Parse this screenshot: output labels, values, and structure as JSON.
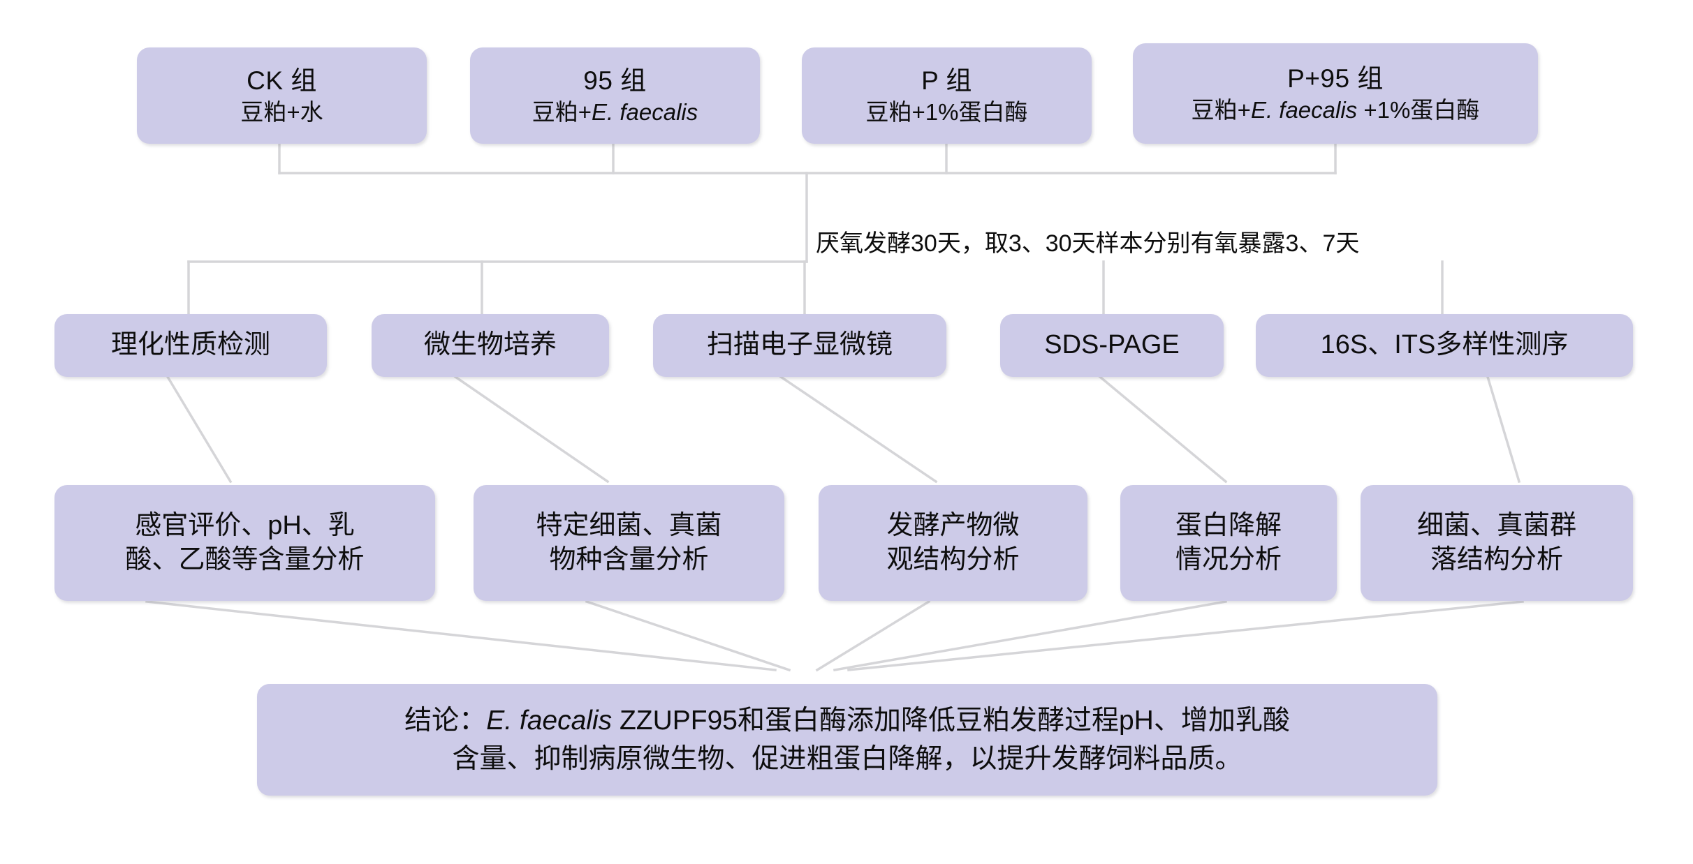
{
  "diagram": {
    "title_groups": [
      {
        "id": "ck",
        "name": "CK 组",
        "detail_prefix": "豆粕+水",
        "detail_italic": "",
        "detail_suffix": ""
      },
      {
        "id": "g95",
        "name": "95 组",
        "detail_prefix": "豆粕+",
        "detail_italic": "E. faecalis",
        "detail_suffix": ""
      },
      {
        "id": "p",
        "name": "P 组",
        "detail_prefix": "豆粕+1%蛋白酶",
        "detail_italic": "",
        "detail_suffix": ""
      },
      {
        "id": "p95",
        "name": "P+95 组",
        "detail_prefix": "豆粕+",
        "detail_italic": "E. faecalis",
        "detail_suffix": " +1%蛋白酶"
      }
    ],
    "process_note": "厌氧发酵30天，取3、30天样本分别有氧暴露3、7天",
    "methods": [
      {
        "id": "physchem",
        "label": "理化性质检测"
      },
      {
        "id": "culture",
        "label": "微生物培养"
      },
      {
        "id": "sem",
        "label": "扫描电子显微镜"
      },
      {
        "id": "sdspage",
        "label": "SDS-PAGE"
      },
      {
        "id": "sequencing",
        "label": "16S、ITS多样性测序"
      }
    ],
    "results": [
      {
        "id": "sensory",
        "line1": "感官评价、pH、乳",
        "line2": "酸、乙酸等含量分析"
      },
      {
        "id": "species",
        "line1": "特定细菌、真菌",
        "line2": "物种含量分析"
      },
      {
        "id": "microstructure",
        "line1": "发酵产物微",
        "line2": "观结构分析"
      },
      {
        "id": "protein",
        "line1": "蛋白降解",
        "line2": "情况分析"
      },
      {
        "id": "community",
        "line1": "细菌、真菌群",
        "line2": "落结构分析"
      }
    ],
    "conclusion": {
      "line1_prefix": "结论：",
      "line1_italic": "E. faecalis",
      "line1_suffix": " ZZUPF95和蛋白酶添加降低豆粕发酵过程pH、增加乳酸",
      "line2": "含量、抑制病原微生物、促进粗蛋白降解，以提升发酵饲料品质。"
    },
    "colors": {
      "node_fill": "#cdcbe8",
      "connector": "#d5d5d8",
      "text": "#0d0d0d",
      "background": "#ffffff"
    }
  }
}
